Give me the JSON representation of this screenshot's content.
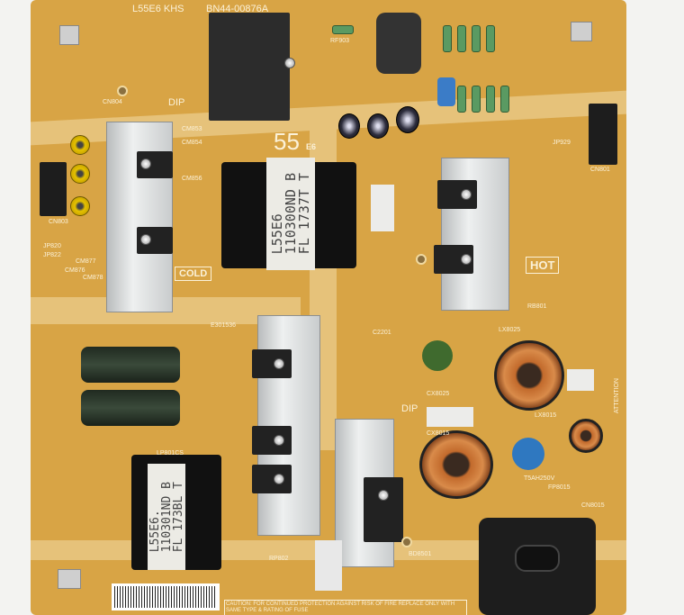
{
  "board": {
    "model": "L55E6 KHS",
    "part_number": "BN44-00876A",
    "size_mark": "55",
    "series_mark": "E6",
    "cold_label": "COLD",
    "hot_label": "HOT",
    "dip_labels": [
      "DIP",
      "DIP"
    ],
    "ul_cert": "E301536",
    "fuse_rating": "T5AH250V",
    "caution_text": "CAUTION: FOR CONTINUED PROTECTION AGAINST RISK OF FIRE REPLACE ONLY WITH SAME TYPE & RATING OF FUSE",
    "attention_text": "ATTENTION",
    "component_labels": [
      "CN804",
      "JP820",
      "JP822",
      "CM877",
      "CM876",
      "CM878",
      "CM853",
      "CM854",
      "CM856",
      "RF903",
      "JP929",
      "CN803",
      "CN801",
      "LX8025",
      "CX8025",
      "CX8015",
      "LX8015",
      "FP8015",
      "RP802",
      "LP801CS",
      "RB801",
      "C2201",
      "BD8501",
      "CN8015"
    ]
  },
  "transformers": [
    {
      "line1": "L55E6",
      "line2": "110300ND B",
      "line3": "FL 1737T T"
    },
    {
      "line1": "L55E6.",
      "line2": "110301ND B",
      "line3": "FL 173BL T"
    }
  ],
  "colors": {
    "pcb": "#d8a445",
    "silk": "#fbf1d8",
    "heatsink": "#d8dadb"
  }
}
